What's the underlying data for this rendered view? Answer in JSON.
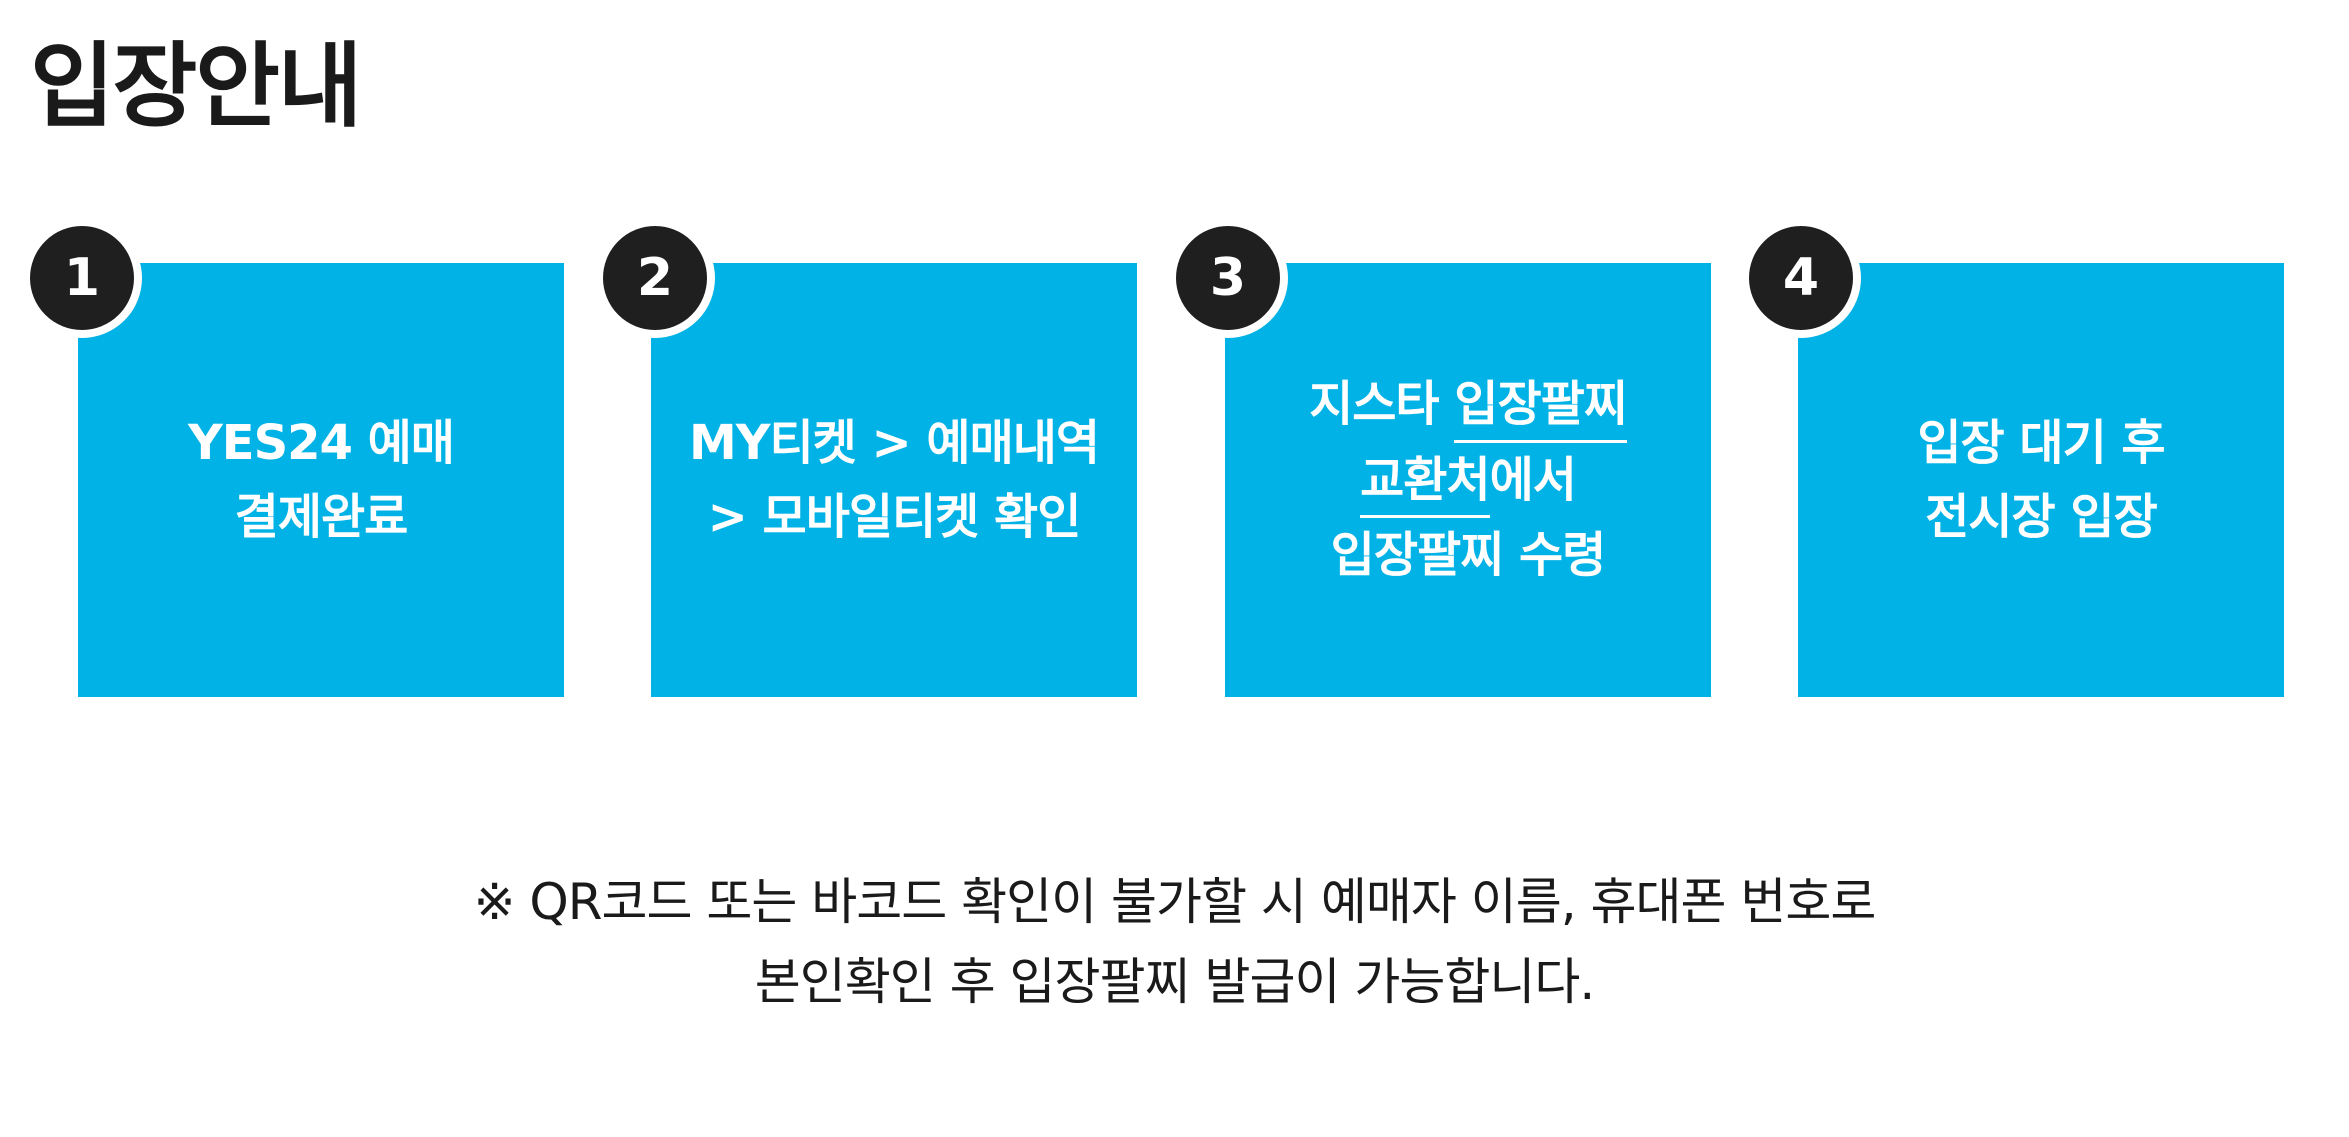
{
  "title": "입장안내",
  "steps": [
    {
      "number": "1",
      "lines": [
        "YES24 예매",
        "결제완료"
      ]
    },
    {
      "number": "2",
      "lines": [
        "MY티켓 > 예매내역",
        "> 모바일티켓 확인"
      ]
    },
    {
      "number": "3",
      "line1_plain": "지스타 ",
      "line1_under": "입장팔찌",
      "line2_under": "교환처",
      "line2_plain": "에서",
      "line3": "입장팔찌 수령"
    },
    {
      "number": "4",
      "lines": [
        "입장 대기 후",
        "전시장 입장"
      ]
    }
  ],
  "notice": {
    "line1": "※ QR코드 또는 바코드 확인이 불가할 시 예매자 이름, 휴대폰 번호로",
    "line2": "본인확인 후 입장팔찌 발급이 가능합니다."
  },
  "colors": {
    "step_background": "#00b2e5",
    "badge": "#1f1f1f",
    "text": "#1a1a1a"
  }
}
